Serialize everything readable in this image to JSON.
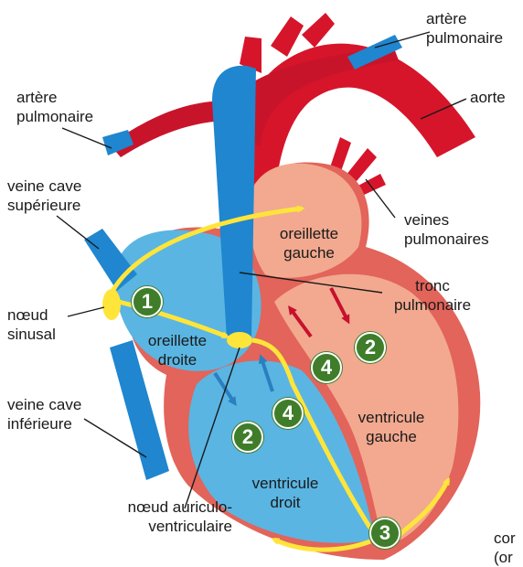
{
  "labels": {
    "pulmonary_artery_right": [
      "artère",
      "pulmonaire"
    ],
    "pulmonary_artery_left": [
      "artère",
      "pulmonaire"
    ],
    "aorta": "aorte",
    "superior_vena_cava": [
      "veine cave",
      "supérieure"
    ],
    "pulmonary_veins": [
      "veines",
      "pulmonaires"
    ],
    "left_atrium": [
      "oreillette",
      "gauche"
    ],
    "pulmonary_trunk": [
      "tronc",
      "pulmonaire"
    ],
    "sinus_node": [
      "nœud",
      "sinusal"
    ],
    "right_atrium": [
      "oreillette",
      "droite"
    ],
    "inferior_vena_cava": [
      "veine cave",
      "inférieure"
    ],
    "left_ventricle": [
      "ventricule",
      "gauche"
    ],
    "right_ventricle": [
      "ventricule",
      "droit"
    ],
    "av_node": [
      "nœud auriculo-",
      "ventriculaire"
    ],
    "cropped_right": [
      "cor",
      "(or"
    ]
  },
  "steps": {
    "one": "1",
    "two_right": "2",
    "two_left": "2",
    "three": "3",
    "four_right": "4",
    "four_left": "4"
  },
  "colors": {
    "artery_red": "#d6152a",
    "vein_blue": "#1f86cf",
    "right_heart": "#5ab5e2",
    "left_heart": "#f2a98f",
    "heart_wall": "#e2645a",
    "conduction": "#ffe53a",
    "step_badge": "#3f7d2a",
    "arrow_red": "#c8102e",
    "arrow_blue": "#2b7fc0"
  }
}
